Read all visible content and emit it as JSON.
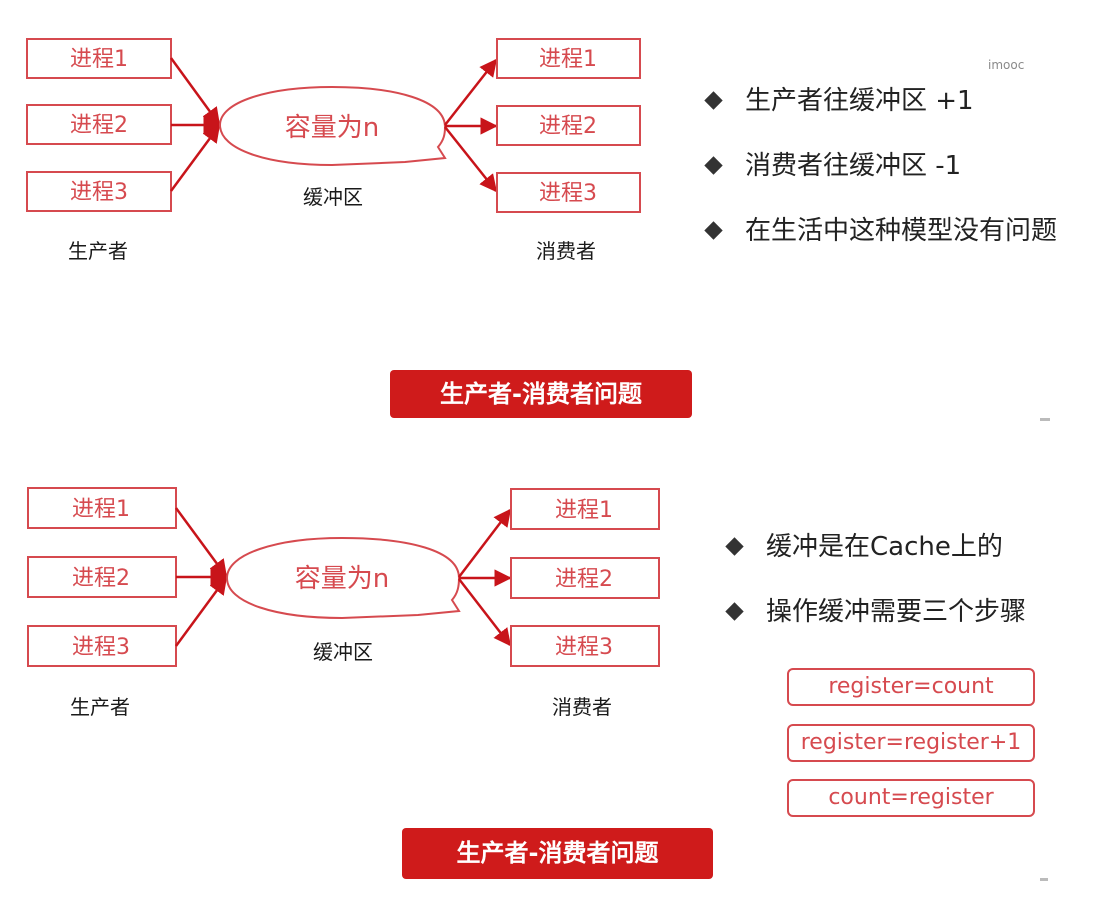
{
  "watermark": "imooc",
  "colors": {
    "accent": "#d64a4f",
    "title_bg": "#cf1b1b",
    "arrow": "#c8141a"
  },
  "top": {
    "producers": [
      "进程1",
      "进程2",
      "进程3"
    ],
    "producer_label": "生产者",
    "buffer_text": "容量为n",
    "buffer_label": "缓冲区",
    "consumers": [
      "进程1",
      "进程2",
      "进程3"
    ],
    "consumer_label": "消费者",
    "bullets": [
      "生产者往缓冲区 +1",
      "消费者往缓冲区 -1",
      "在生活中这种模型没有问题"
    ],
    "title": "生产者-消费者问题"
  },
  "bottom": {
    "producers": [
      "进程1",
      "进程2",
      "进程3"
    ],
    "producer_label": "生产者",
    "buffer_text": "容量为n",
    "buffer_label": "缓冲区",
    "consumers": [
      "进程1",
      "进程2",
      "进程3"
    ],
    "consumer_label": "消费者",
    "bullets": [
      "缓冲是在Cache上的",
      "操作缓冲需要三个步骤"
    ],
    "steps": [
      "register=count",
      "register=register+1",
      "count=register"
    ],
    "title": "生产者-消费者问题"
  }
}
